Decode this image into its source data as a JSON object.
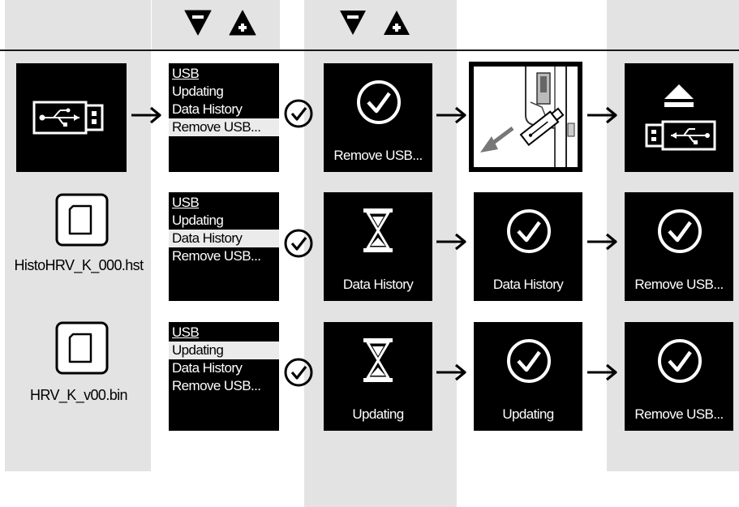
{
  "colors": {
    "panel": "#e3e3e3",
    "screen": "#000000",
    "highlight": "#ebebeb"
  },
  "header": {
    "buttons": [
      {
        "icon": "down-minus-triangle-icon"
      },
      {
        "icon": "up-plus-triangle-icon"
      }
    ]
  },
  "menu": {
    "items": [
      "USB",
      "Updating",
      "Data History",
      "Remove USB..."
    ]
  },
  "rows": [
    {
      "source_icon": "usb-drive-icon",
      "selected": 3,
      "screens": [
        {
          "icon": "check-circle-icon",
          "label": "Remove USB..."
        },
        {
          "icon": "remove-usb-photo-icon",
          "label": ""
        },
        {
          "icon": "eject-usb-icon",
          "label": ""
        }
      ]
    },
    {
      "source_icon": "file-icon",
      "file_name": "HistoHRV_K_000.hst",
      "selected": 2,
      "screens": [
        {
          "icon": "hourglass-icon",
          "label": "Data History"
        },
        {
          "icon": "check-circle-icon",
          "label": "Data History"
        },
        {
          "icon": "check-circle-icon",
          "label": "Remove USB..."
        }
      ]
    },
    {
      "source_icon": "file-icon",
      "file_name": "HRV_K_v00.bin",
      "selected": 1,
      "screens": [
        {
          "icon": "hourglass-icon",
          "label": "Updating"
        },
        {
          "icon": "check-circle-icon",
          "label": "Updating"
        },
        {
          "icon": "check-circle-icon",
          "label": "Remove USB..."
        }
      ]
    }
  ]
}
